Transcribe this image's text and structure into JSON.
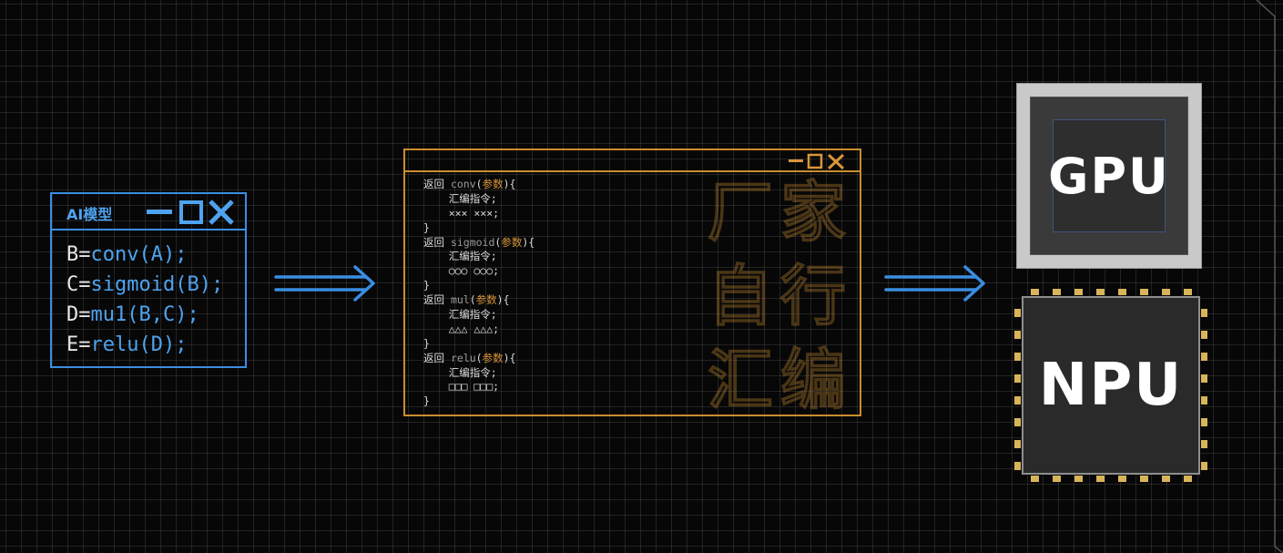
{
  "ai_model": {
    "title": "AI模型",
    "code": [
      "B=",
      "conv(A);",
      "C=",
      "sigmoid(B);",
      "D=",
      "mu1(B,C);",
      "E=",
      "relu(D);"
    ]
  },
  "vendor_asm": {
    "code_lines": [
      [
        "返回 ",
        "conv",
        "(",
        "参数",
        "){"
      ],
      [
        "    汇编指令;"
      ],
      [
        "    ××× ×××;"
      ],
      [
        "}"
      ],
      [
        "返回 ",
        "sigmoid",
        "(",
        "参数",
        "){"
      ],
      [
        "    汇编指令;"
      ],
      [
        "    ○○○ ○○○;"
      ],
      [
        "}"
      ],
      [
        "返回 ",
        "mul",
        "(",
        "参数",
        "){"
      ],
      [
        "    汇编指令;"
      ],
      [
        "    △△△ △△△;"
      ],
      [
        "}"
      ],
      [
        "返回 ",
        "relu",
        "(",
        "参数",
        "){"
      ],
      [
        "    汇编指令;"
      ],
      [
        "    □□□ □□□;"
      ],
      [
        "}"
      ]
    ],
    "watermark": [
      "厂",
      "家",
      "自",
      "行",
      "汇",
      "编"
    ]
  },
  "gpu": {
    "label": "GPU"
  },
  "npu": {
    "label": "NPU"
  },
  "colors": {
    "ai_accent": "#3a8ee0",
    "asm_accent": "#c98d2e",
    "arrow": "#3a8ee0",
    "pin_gold": "#d8b45a"
  }
}
